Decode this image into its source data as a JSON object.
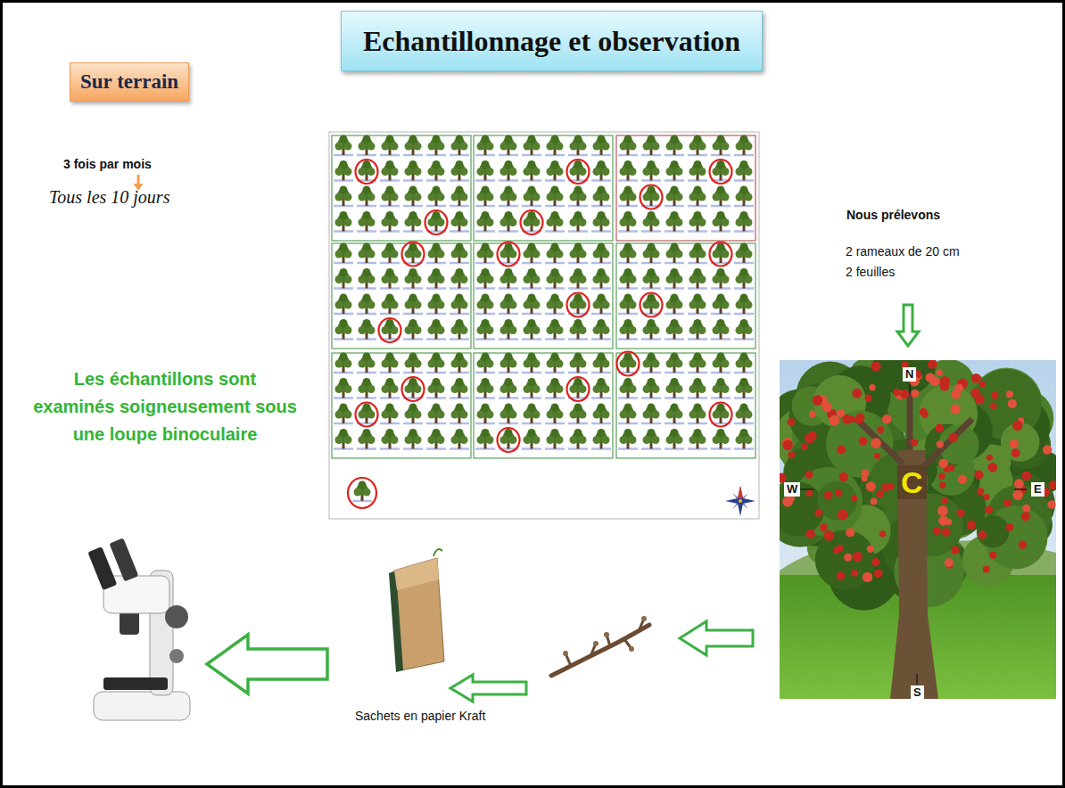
{
  "diagram": {
    "title": "Echantillonnage et observation",
    "nodes": [
      {
        "text": [
          "Sur terrain"
        ]
      }
    ],
    "labels": [
      "3 fois par mois",
      "Tous les 10 jours",
      "Les échantillons sont examinés soigneusement sous une loupe binoculaire",
      "Nous prélevons",
      "2 rameaux de 20 cm",
      "2 feuilles",
      "N",
      "W",
      "E",
      "C",
      "S",
      "Sachets en papier Kraft"
    ]
  }
}
